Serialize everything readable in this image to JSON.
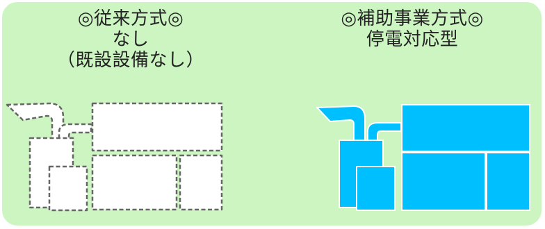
{
  "left_panel": {
    "title_lines": [
      "◎従来方式◎",
      "なし",
      "（既設設備なし）"
    ],
    "style": "dashed-outline",
    "stroke_color": "#666666",
    "fill_color": "#ffffff"
  },
  "right_panel": {
    "title_lines": [
      "◎補助事業方式◎",
      "停電対応型"
    ],
    "style": "solid-fill",
    "fill_color": "#00bfff",
    "divider_color": "#ffffff"
  },
  "background_color": "#ccf5c2"
}
